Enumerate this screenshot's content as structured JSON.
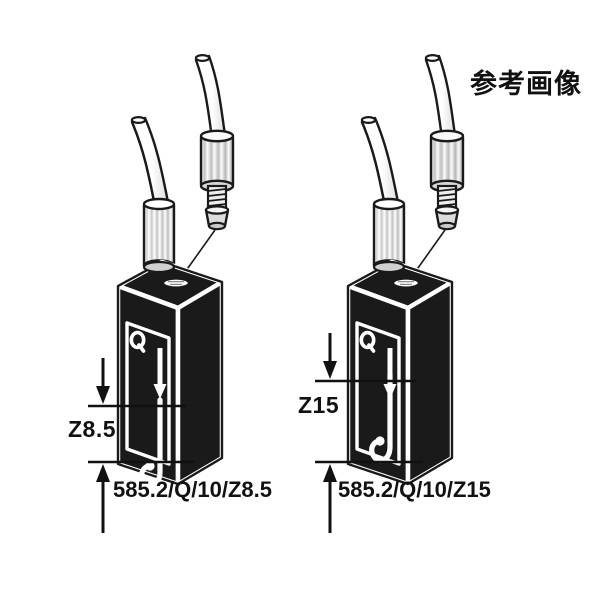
{
  "figure": {
    "caption": "参考画像",
    "background_color": "#ffffff",
    "ink_color": "#111111",
    "body_fill": "#1a1a1a",
    "highlight_color": "#ffffff",
    "description": "Two black flow-through spectrophotometer cuvettes shown in isometric view with inlet/outlet tubing and dimension callouts"
  },
  "cuvettes": [
    {
      "id": "left",
      "z_label": "Z8.5",
      "z_value_mm": 8.5,
      "part_number": "585.2/Q/10/Z8.5",
      "face_mark": "Q",
      "flow_arrow": "down-arrow",
      "channel": "j-channel"
    },
    {
      "id": "right",
      "z_label": "Z15",
      "z_value_mm": 15,
      "part_number": "585.2/Q/10/Z15",
      "face_mark": "Q",
      "flow_arrow": "down-arrow",
      "channel": "j-channel"
    }
  ],
  "annotations": {
    "z_pointer_icon": "down-arrow-icon",
    "height_pointer_icon": "up-arrow-icon",
    "leader_line": "leader-line"
  }
}
